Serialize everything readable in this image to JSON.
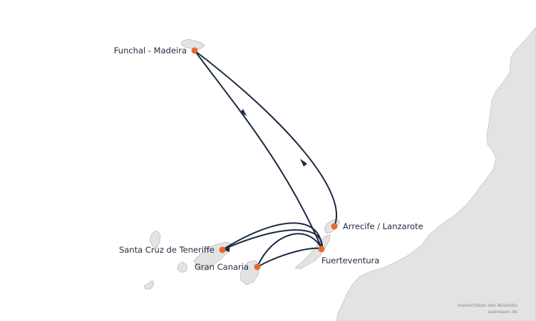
{
  "ports": [
    {
      "id": "funchal",
      "label": "Funchal - Madeira"
    },
    {
      "id": "arrecife",
      "label": "Arrecife / Lanzarote"
    },
    {
      "id": "fuerteventura",
      "label": "Fuerteventura"
    },
    {
      "id": "santa-cruz",
      "label": "Santa Cruz de Teneriffe"
    },
    {
      "id": "gran-canaria",
      "label": "Gran Canaria"
    }
  ],
  "credit": {
    "line1": "Inselschätze des Atlantiks",
    "line2": "seereisen.de"
  },
  "colors": {
    "land": "#e3e3e3",
    "route": "#1c2a42",
    "port": "#e8692e",
    "label": "#1e2a3c"
  }
}
